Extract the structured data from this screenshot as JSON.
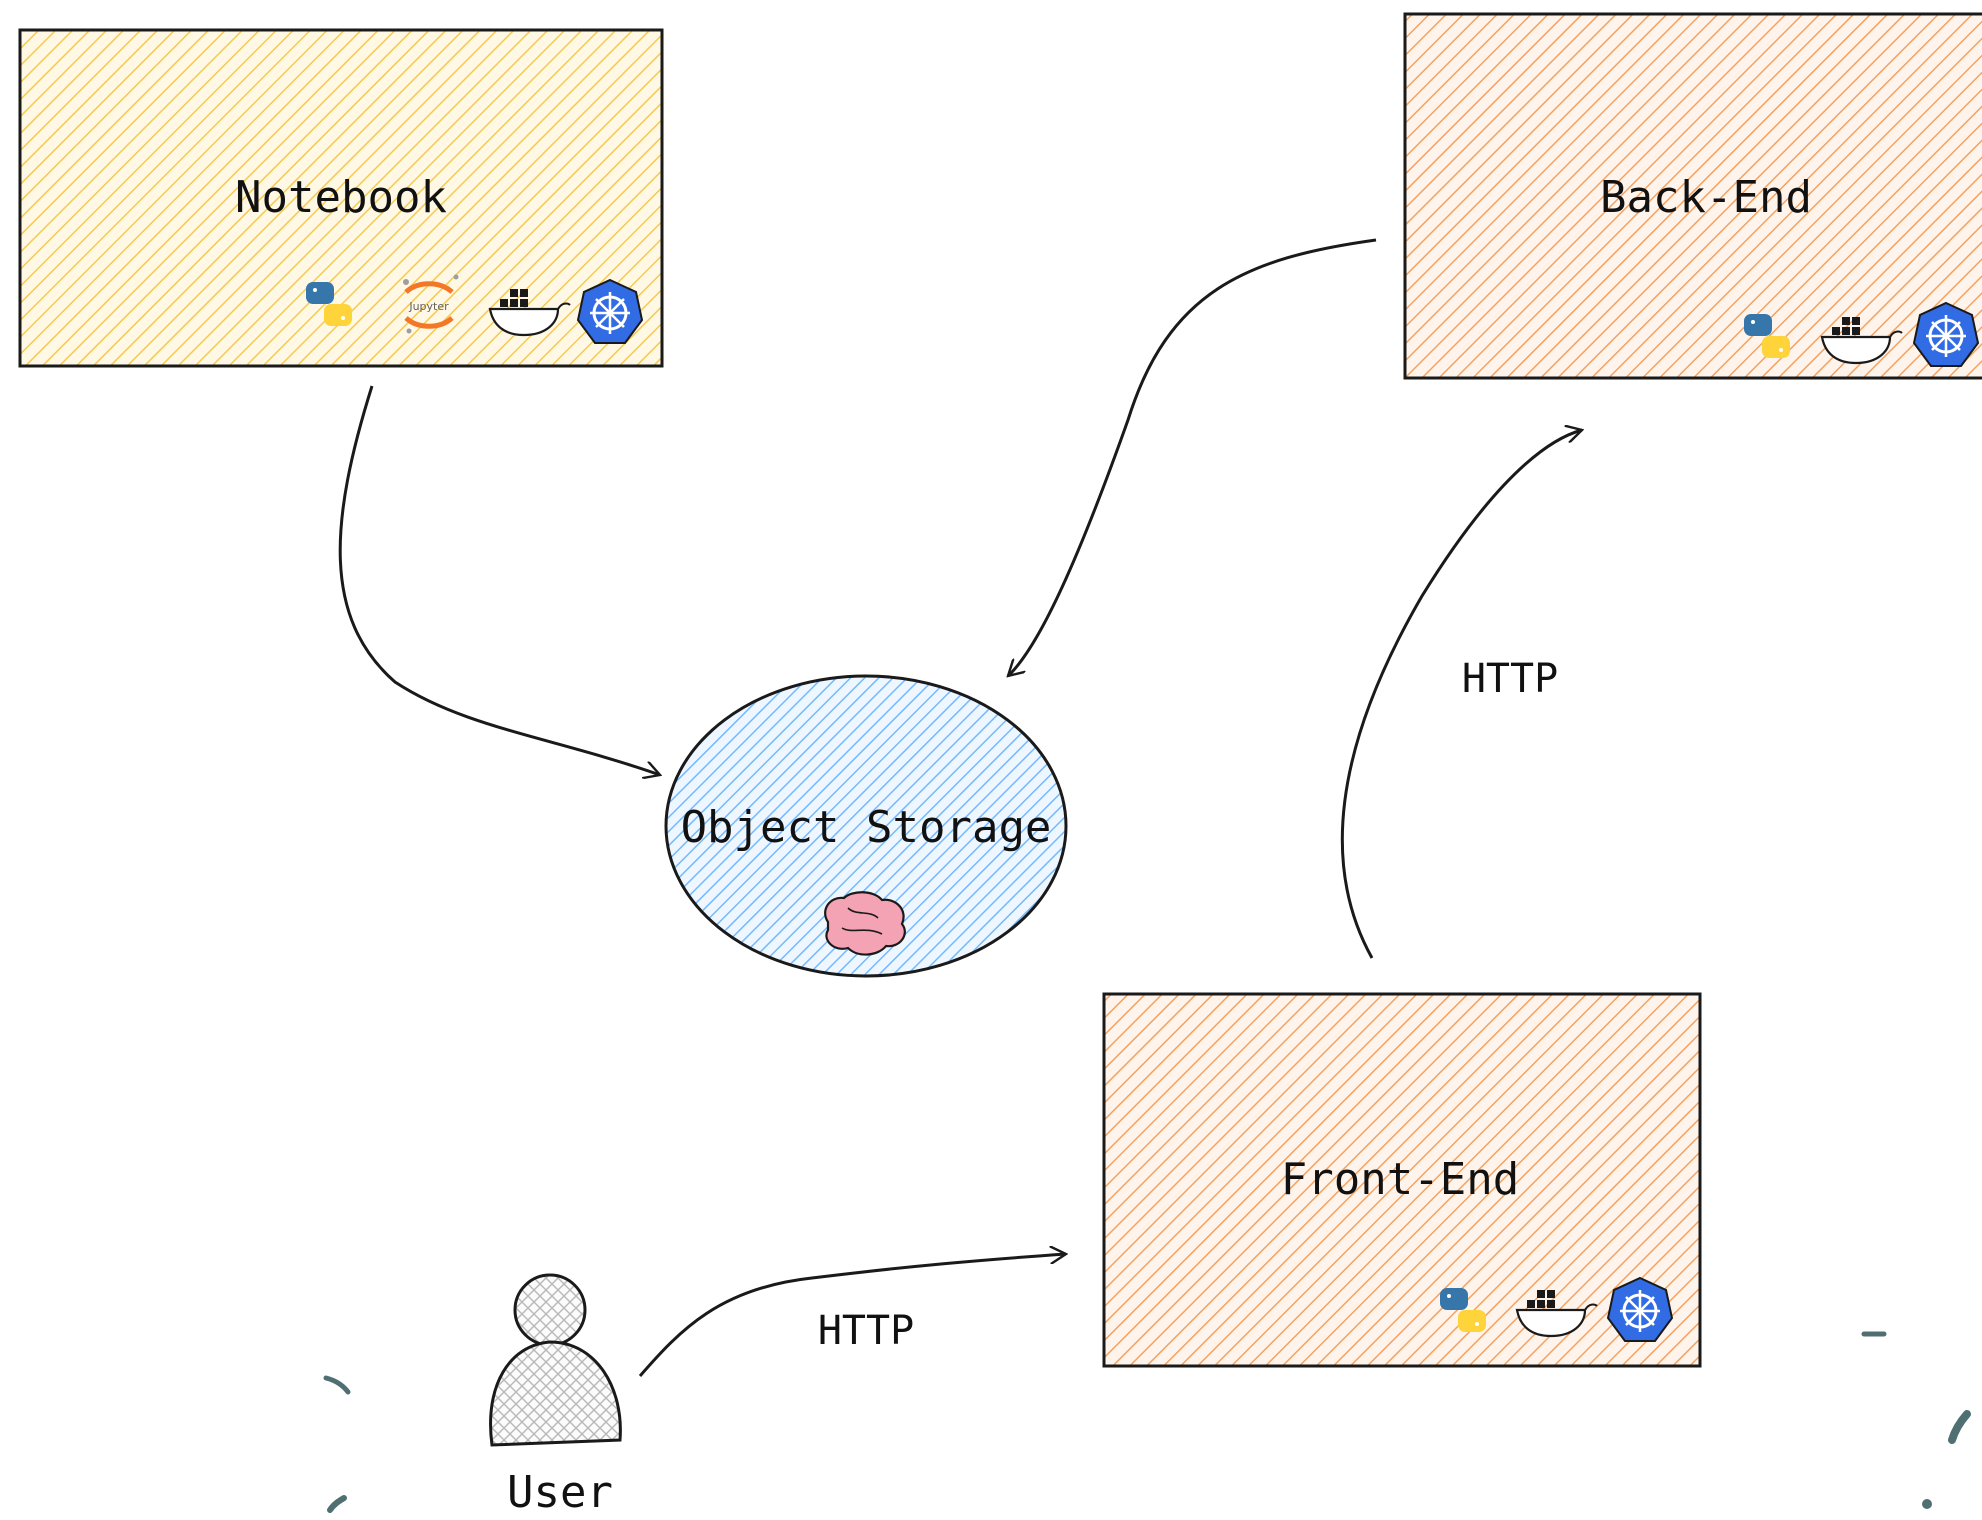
{
  "diagram": {
    "nodes": {
      "notebook": {
        "label": "Notebook",
        "fill": "#f6c94f",
        "icons": [
          "python-icon",
          "jupyter-icon",
          "docker-icon",
          "kubernetes-icon"
        ],
        "jupyter_text": "Jupyter"
      },
      "backend": {
        "label": "Back-End",
        "fill": "#f4a261",
        "icons": [
          "python-icon",
          "docker-icon",
          "kubernetes-icon"
        ]
      },
      "storage": {
        "label": "Object Storage",
        "fill": "#74b9ff",
        "icons": [
          "brain-icon"
        ]
      },
      "frontend": {
        "label": "Front-End",
        "fill": "#f4a261",
        "icons": [
          "python-icon",
          "docker-icon",
          "kubernetes-icon"
        ]
      },
      "user": {
        "label": "User",
        "fill": "#bdbdbd",
        "icons": [
          "user-icon"
        ]
      }
    },
    "edges": [
      {
        "id": "notebook-to-storage",
        "from": "Notebook",
        "to": "Object Storage",
        "label": ""
      },
      {
        "id": "backend-to-storage",
        "from": "Back-End",
        "to": "Object Storage",
        "label": ""
      },
      {
        "id": "frontend-to-backend",
        "from": "Front-End",
        "to": "Back-End",
        "label": "HTTP"
      },
      {
        "id": "user-to-frontend",
        "from": "User",
        "to": "Front-End",
        "label": "HTTP"
      }
    ],
    "colors": {
      "stroke": "#1a1a1a",
      "python_blue": "#3776ab",
      "python_yellow": "#ffd43b",
      "kubernetes_blue": "#326ce5",
      "jupyter_orange": "#f37726",
      "docker_blue": "#2496ed",
      "brain_pink": "#f4a3b4",
      "decor_teal": "#4f6f72"
    }
  }
}
